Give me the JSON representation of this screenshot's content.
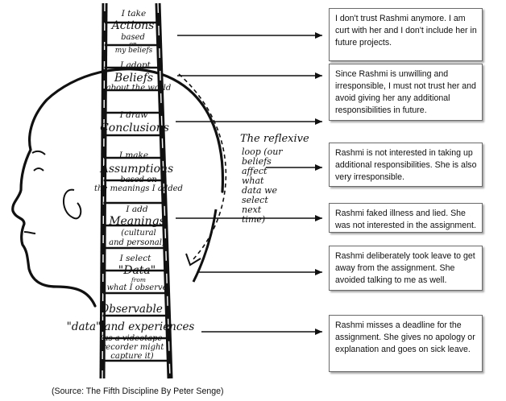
{
  "ladder": {
    "rungs": [
      {
        "id": "actions",
        "lines": [
          "I take",
          "Actions",
          "based",
          "on",
          "my beliefs"
        ]
      },
      {
        "id": "beliefs",
        "lines": [
          "I adopt",
          "Beliefs",
          "about the world"
        ]
      },
      {
        "id": "conclusions",
        "lines": [
          "I draw",
          "Conclusions"
        ]
      },
      {
        "id": "assumptions",
        "lines": [
          "I make",
          "Assumptions",
          "based on",
          "the meanings I added"
        ]
      },
      {
        "id": "meanings",
        "lines": [
          "I add",
          "Meanings",
          "(cultural",
          "and personal)"
        ]
      },
      {
        "id": "data",
        "lines": [
          "I select",
          "\"Data\"",
          "from",
          "what I observe"
        ]
      },
      {
        "id": "observable",
        "lines": [
          "Observable",
          "\"data\" and experiences",
          "(as a videotape",
          "recorder might",
          "capture it)"
        ]
      }
    ]
  },
  "reflexive_loop": {
    "lines": [
      "The reflexive",
      "loop (our",
      "beliefs",
      "affect",
      "what",
      "data we",
      "select",
      "next",
      "time)"
    ]
  },
  "boxes": [
    {
      "id": "box-actions",
      "text": "I don't trust Rashmi anymore. I am curt with her and I don't include her in future projects."
    },
    {
      "id": "box-beliefs",
      "text": "Since Rashmi is unwilling and irresponsible, I must not trust her and avoid giving her any additional responsibilities in future."
    },
    {
      "id": "box-assumptions",
      "text": "Rashmi is not interested in taking up additional responsibilities. She is also very irresponsible."
    },
    {
      "id": "box-meanings",
      "text": "Rashmi faked illness and lied. She was not interested in the assignment."
    },
    {
      "id": "box-data",
      "text": "Rashmi deliberately took leave to get away from the assignment. She avoided talking to me as well."
    },
    {
      "id": "box-observable",
      "text": "Rashmi misses a deadline for the assignment.  She gives no apology or explanation and goes on sick leave."
    }
  ],
  "source": "(Source: The Fifth Discipline By Peter Senge)"
}
